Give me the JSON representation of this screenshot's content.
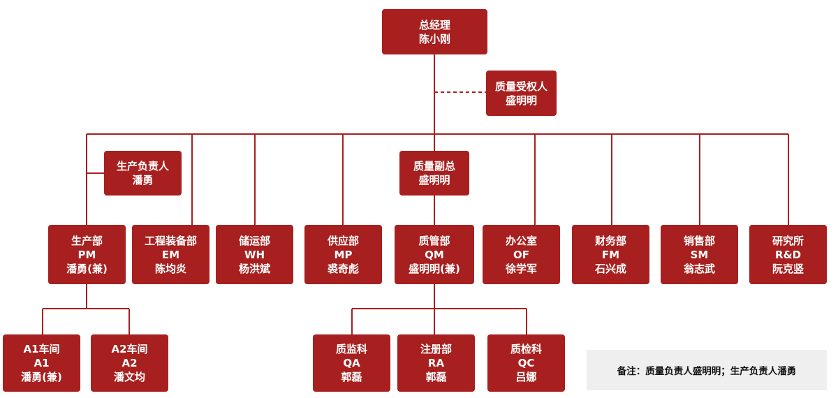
{
  "colors": {
    "box": "#a7201f",
    "line": "#a7201f",
    "note_bg": "#efefef"
  },
  "nodes": {
    "gm": {
      "title": "总经理",
      "name": "陈小刚"
    },
    "qa_auth": {
      "title": "质量受权人",
      "name": "盛明明"
    },
    "prod_head": {
      "title": "生产负责人",
      "name": "潘勇"
    },
    "qvp": {
      "title": "质量副总",
      "name": "盛明明"
    },
    "pm": {
      "title": "生产部",
      "code": "PM",
      "name": "潘勇(兼)"
    },
    "em": {
      "title": "工程装备部",
      "code": "EM",
      "name": "陈均炎"
    },
    "wh": {
      "title": "储运部",
      "code": "WH",
      "name": "杨洪斌"
    },
    "mp": {
      "title": "供应部",
      "code": "MP",
      "name": "裘奇彪"
    },
    "qm": {
      "title": "质管部",
      "code": "QM",
      "name": "盛明明(兼)"
    },
    "of": {
      "title": "办公室",
      "code": "OF",
      "name": "徐学军"
    },
    "fm": {
      "title": "财务部",
      "code": "FM",
      "name": "石兴成"
    },
    "sm": {
      "title": "销售部",
      "code": "SM",
      "name": "翁志武"
    },
    "rd": {
      "title": "研究所",
      "code": "R&D",
      "name": "阮克竖"
    },
    "a1": {
      "title": "A1车间",
      "code": "A1",
      "name": "潘勇(兼)"
    },
    "a2": {
      "title": "A2车间",
      "code": "A2",
      "name": "潘文均"
    },
    "qa": {
      "title": "质监科",
      "code": "QA",
      "name": "郭磊"
    },
    "ra": {
      "title": "注册部",
      "code": "RA",
      "name": "郭磊"
    },
    "qc": {
      "title": "质检科",
      "code": "QC",
      "name": "吕娜"
    }
  },
  "note": "备注：质量负责人盛明明；生产负责人潘勇"
}
